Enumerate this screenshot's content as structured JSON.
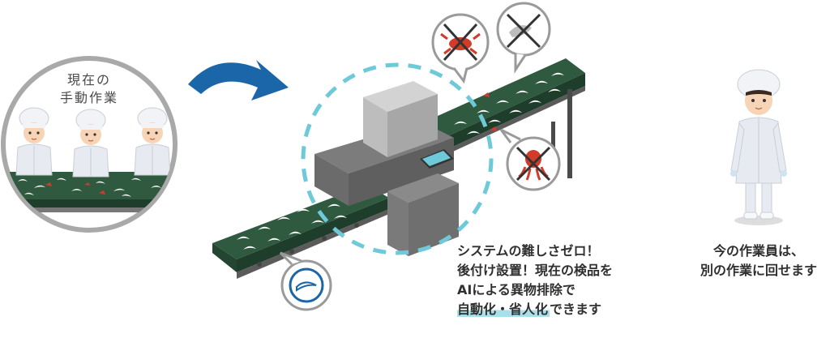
{
  "circle": {
    "title_line1": "現在の",
    "title_line2": "手動作業"
  },
  "message": {
    "line1": "システムの難しさゼロ！",
    "line2": "後付け設置！現在の検品を",
    "line3": "AIによる異物排除で",
    "line4_highlight": "自動化・省人化",
    "line4_rest": "できます"
  },
  "worker_message": {
    "line1": "今の作業員は、",
    "line2": "別の作業に回せます"
  },
  "icons": [
    "crab-icon",
    "shrimp-icon",
    "octopus-icon",
    "shirasu-fish-icon",
    "arrow-icon"
  ],
  "colors": {
    "belt": "#2f5a3f",
    "belt_dark": "#234532",
    "frame": "#5b5b5b",
    "machine": "#8e8e8e",
    "arrow": "#1b66a8",
    "dashed": "#6ec9d9",
    "highlight": "#a9dfe8",
    "foreign_red": "#d23a2a"
  }
}
